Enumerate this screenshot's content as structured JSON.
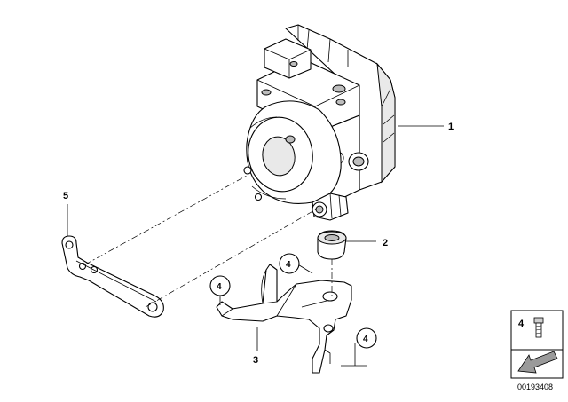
{
  "callouts": [
    {
      "id": "1",
      "text": "1"
    },
    {
      "id": "2",
      "text": "2"
    },
    {
      "id": "3",
      "text": "3"
    },
    {
      "id": "5",
      "text": "5"
    }
  ],
  "circled_callouts": [
    {
      "id": "4a",
      "text": "4"
    },
    {
      "id": "4b",
      "text": "4"
    },
    {
      "id": "4c",
      "text": "4"
    }
  ],
  "legend_box": {
    "item_number": "4"
  },
  "reference_number": "00193408"
}
